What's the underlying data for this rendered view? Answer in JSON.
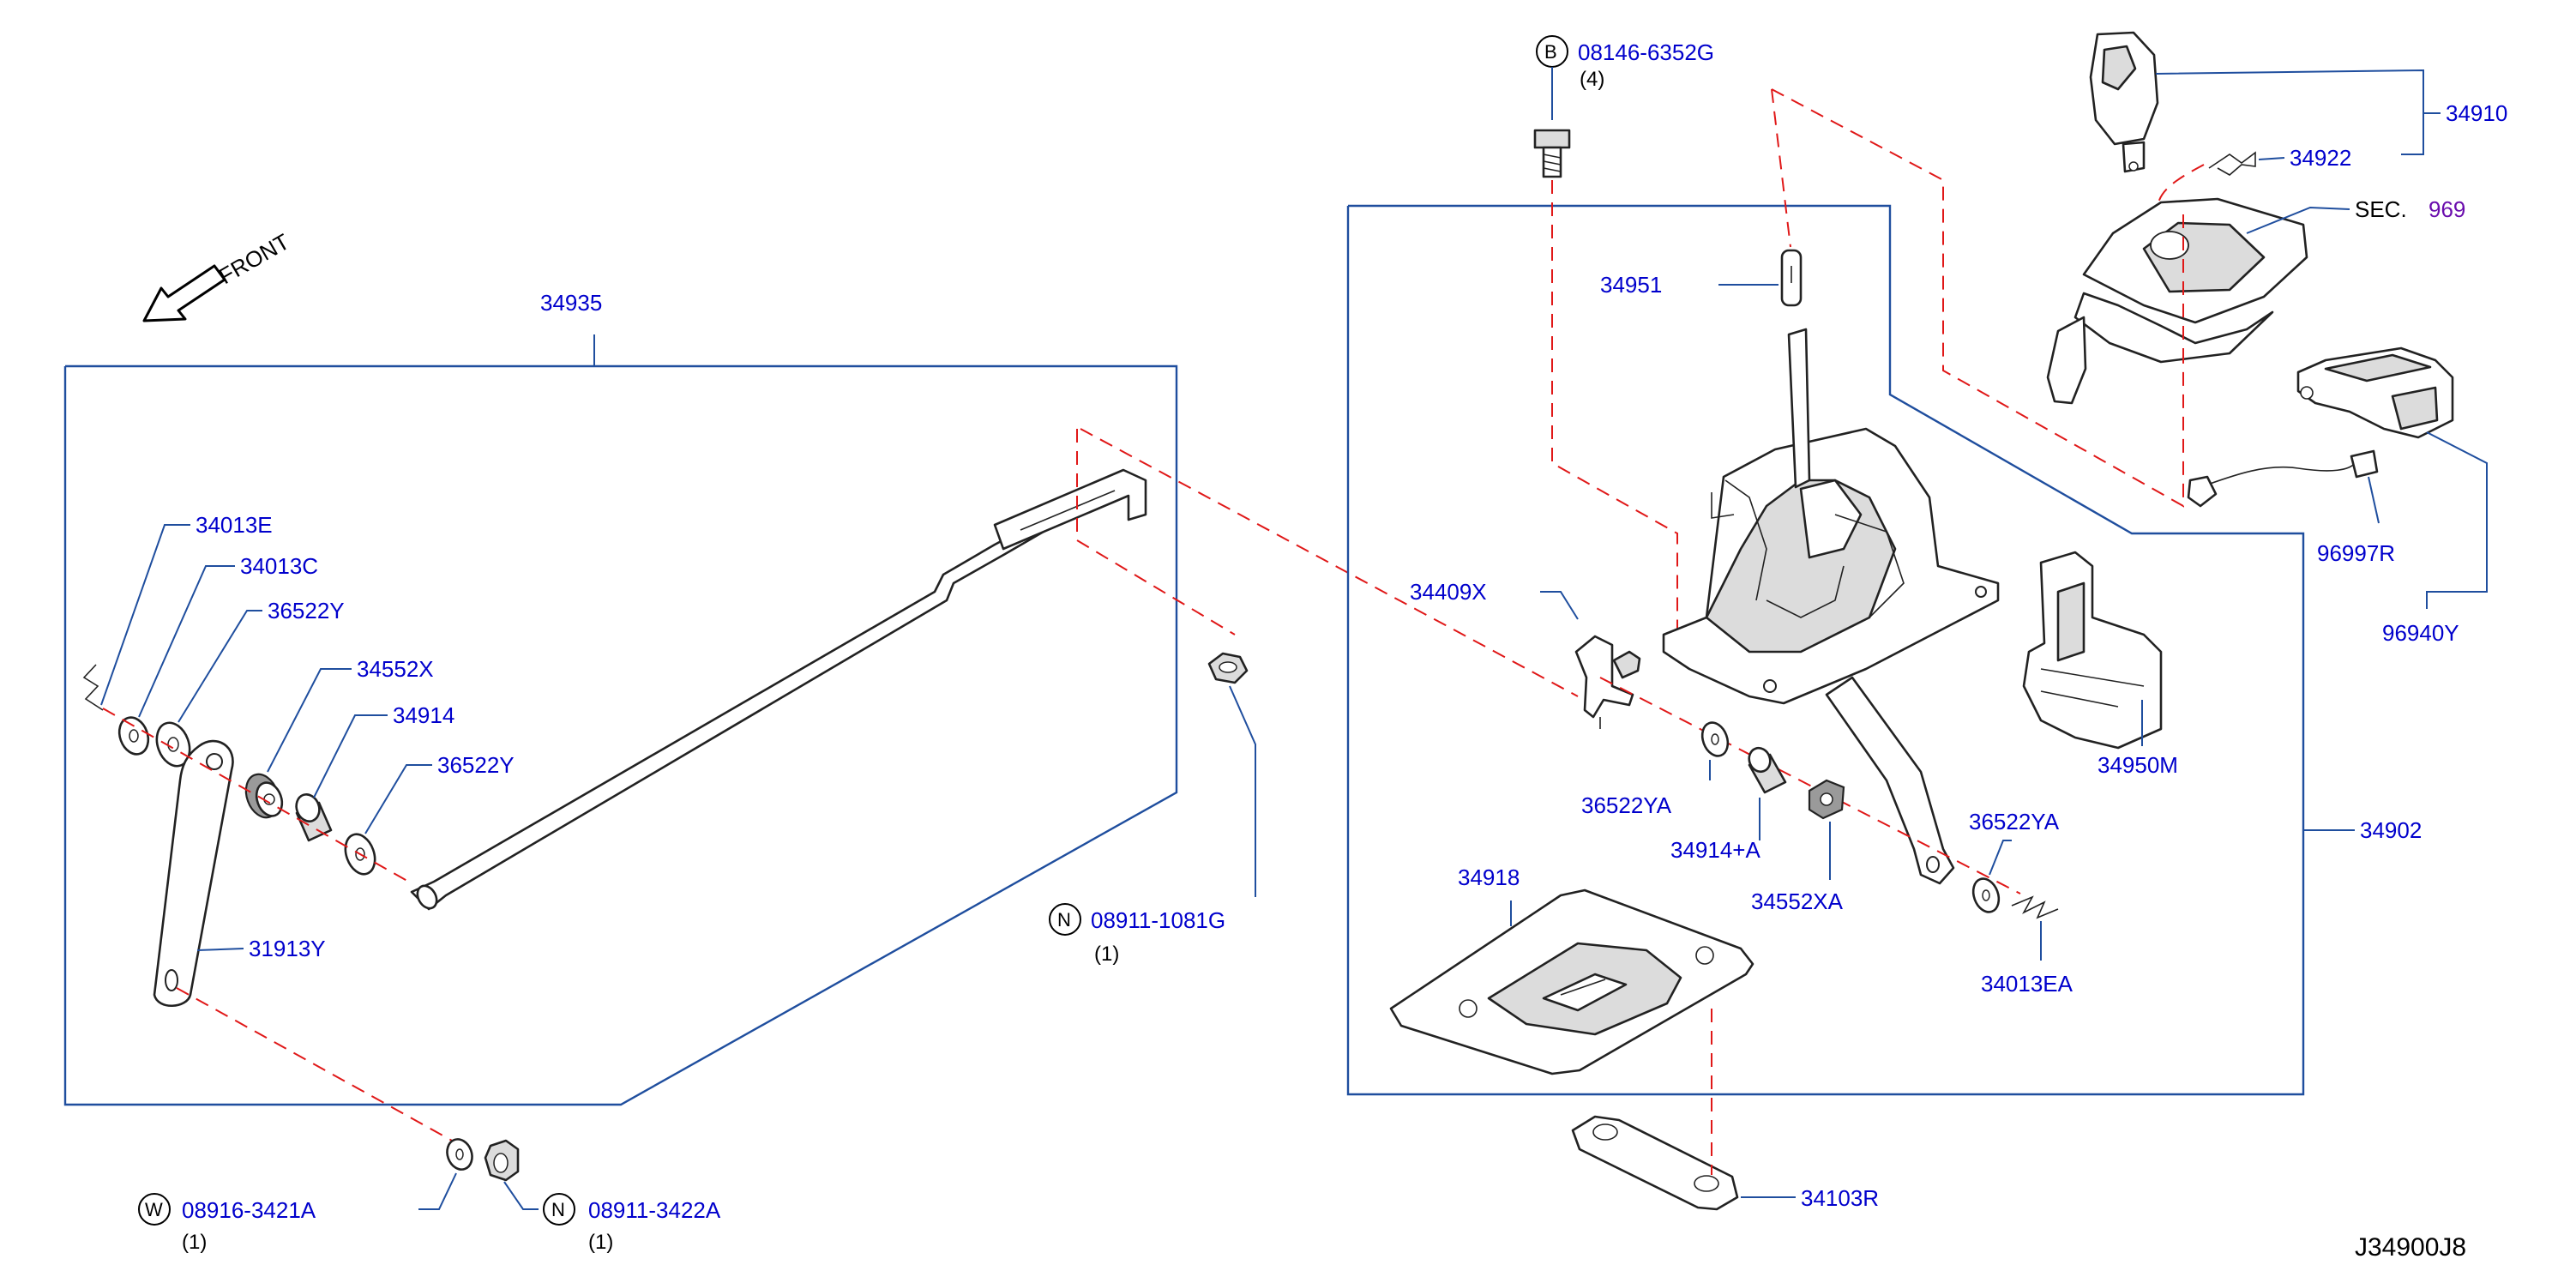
{
  "front_label": "FRONT",
  "diagram_code": "J34900J8",
  "sec_label": "SEC.",
  "sec_number": "969",
  "assembly_labels": {
    "left_box": "34935",
    "right_box": "34902",
    "knob": "34910",
    "module": "96940Y"
  },
  "part_labels": {
    "p34013E": "34013E",
    "p34013C": "34013C",
    "p36522Y_top": "36522Y",
    "p34552X": "34552X",
    "p34914": "34914",
    "p36522Y_bottom": "36522Y",
    "p31913Y": "31913Y",
    "p34951": "34951",
    "p34409X": "34409X",
    "p36522YA_left": "36522YA",
    "p34914A": "34914+A",
    "p34552XA": "34552XA",
    "p36522YA_right": "36522YA",
    "p34013EA": "34013EA",
    "p34950M": "34950M",
    "p34918": "34918",
    "p34103R": "34103R",
    "p34922": "34922",
    "p96997R": "96997R"
  },
  "fasteners": {
    "bolt_b": {
      "symbol": "B",
      "number": "08146-6352G",
      "qty": "(4)"
    },
    "nut_n_mid": {
      "symbol": "N",
      "number": "08911-1081G",
      "qty": "(1)"
    },
    "washer_w": {
      "symbol": "W",
      "number": "08916-3421A",
      "qty": "(1)"
    },
    "nut_n_bottom": {
      "symbol": "N",
      "number": "08911-3422A",
      "qty": "(1)"
    }
  },
  "colors": {
    "part_number_text": "#0000cc",
    "leader_line": "#1f4e9e",
    "dashed_line": "#e01818",
    "section_ref": "#6a0dad"
  }
}
